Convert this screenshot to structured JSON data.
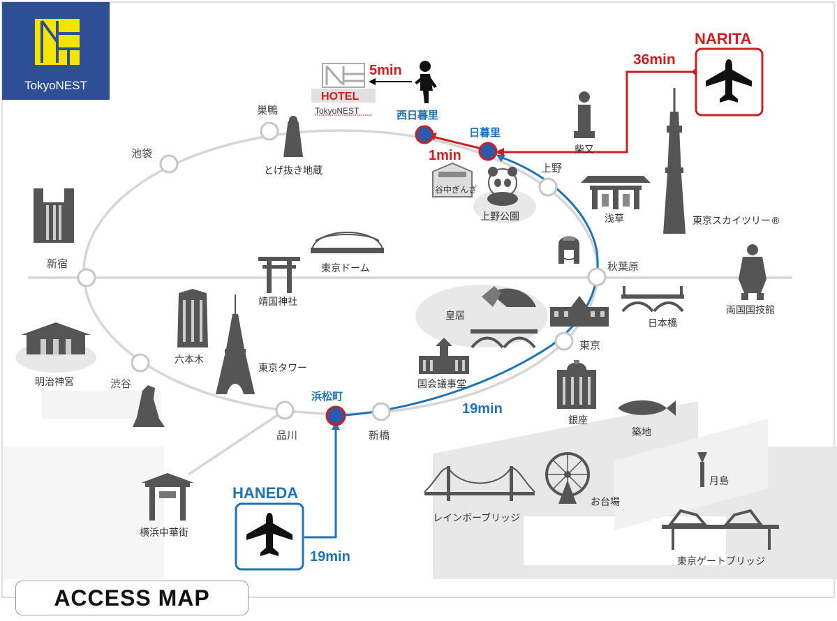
{
  "logo": {
    "text": "TokyoNEST"
  },
  "title": "ACCESS  MAP",
  "hotel": {
    "label": "HOTEL",
    "sub": "TokyoNEST",
    "walk_time": "5min"
  },
  "airports": {
    "narita": {
      "label": "NARITA",
      "time": "36min"
    },
    "haneda": {
      "label": "HANEDA",
      "time": "19min"
    }
  },
  "routes": {
    "nippori_to_nishinippori": "1min",
    "hamamatsucho_to_nippori": "19min"
  },
  "stations": {
    "nishinippori": "西日暮里",
    "nippori": "日暮里",
    "hamamatsucho": "浜松町",
    "sugamo": "巣鴨",
    "ikebukuro": "池袋",
    "shinjuku": "新宿",
    "shibuya": "渋谷",
    "shinagawa": "品川",
    "shimbashi": "新橋",
    "tokyo": "東京",
    "akihabara": "秋葉原",
    "ueno": "上野"
  },
  "landmarks": {
    "togenuki": "とげ抜き地蔵",
    "yanaka": "谷中ぎんざ",
    "ueno_park": "上野公園",
    "shibamata": "柴又",
    "asakusa": "浅草",
    "skytree": "東京スカイツリー®",
    "tokyo_dome": "東京ドーム",
    "yasukuni": "靖国神社",
    "ryogoku": "両国国技館",
    "kokyo": "皇居",
    "nihonbashi": "日本橋",
    "roppongi": "六本木",
    "tokyo_tower": "東京タワー",
    "meiji": "明治神宮",
    "kokkai": "国会議事堂",
    "ginza": "銀座",
    "tsukiji": "築地",
    "odaiba": "お台場",
    "tsukishima": "月島",
    "rainbow": "レインボーブリッジ",
    "gate_bridge": "東京ゲートブリッジ",
    "yokohama": "横浜中華街"
  },
  "colors": {
    "red": "#cc1f1f",
    "blue": "#1e73b4",
    "logo_bg": "#2e4e96",
    "logo_fg": "#f4e400"
  }
}
